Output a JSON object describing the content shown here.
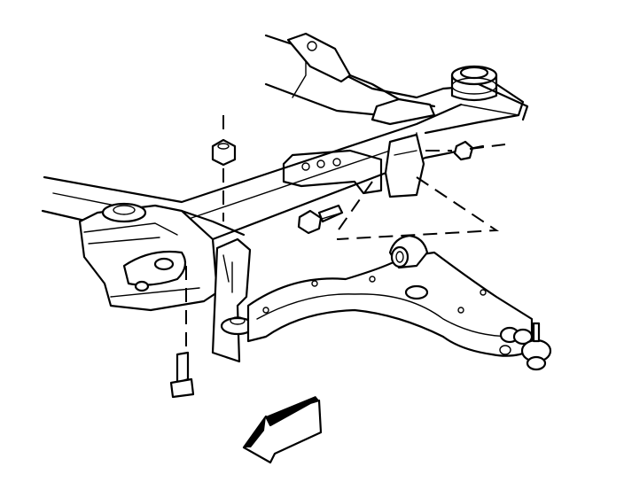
{
  "figure": {
    "parts": [
      "engine-cradle-frame",
      "rear-cradle-mount",
      "front-cradle-mount",
      "lower-control-arm",
      "stabilizer-link-bracket",
      "cradle-bolt",
      "cradle-nut",
      "arm-pivot-bolt",
      "ball-joint"
    ],
    "arrow_direction": "front-of-vehicle"
  }
}
